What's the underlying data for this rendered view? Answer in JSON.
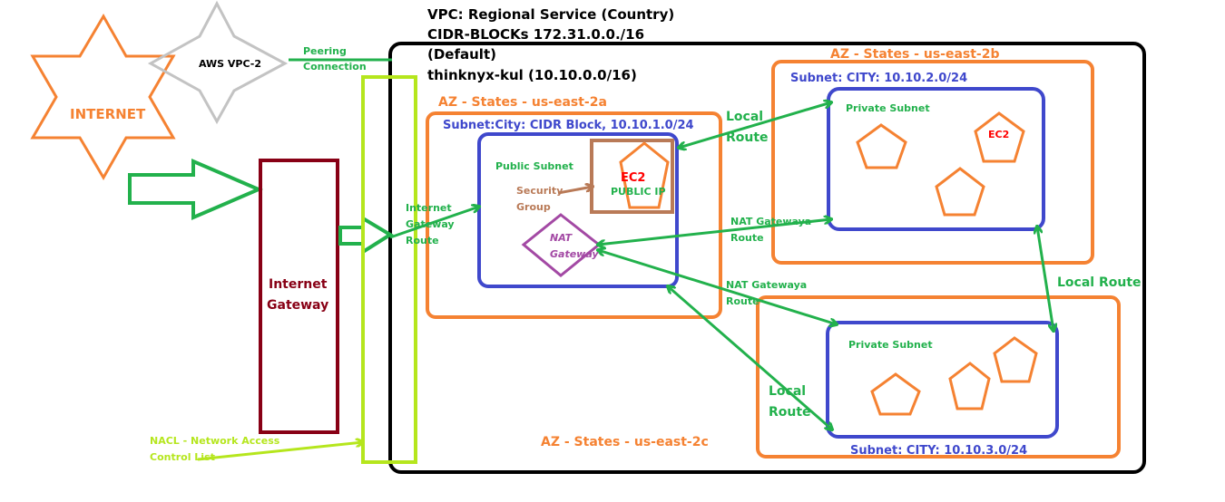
{
  "colors": {
    "black": "#000000",
    "orange": "#f58232",
    "green": "#22b14c",
    "lime": "#b5e61d",
    "blue": "#3f48cc",
    "darkred": "#880015",
    "brown": "#b97a57",
    "purple": "#a349a4",
    "grey": "#c3c3c3"
  },
  "vpc": {
    "title_line1": "VPC: Regional Service (Country)",
    "title_line2": "CIDR-BLOCKs 172.31.0.0./16",
    "title_line3": "(Default)",
    "title_line4": "thinknyx-kul (10.10.0.0/16)"
  },
  "external": {
    "internet": "INTERNET",
    "aws_vpc2": "AWS VPC-2",
    "peering_line1": "Peering",
    "peering_line2": "Connection",
    "igw_line1": "Internet",
    "igw_line2": "Gateway",
    "nacl_line1": "NACL - Network Access",
    "nacl_line2": "Control List"
  },
  "az_a": {
    "title": "AZ - States - us-east-2a",
    "subnet_title": "Subnet:City: CIDR Block, 10.10.1.0/24",
    "public_subnet": "Public Subnet",
    "ec2": "EC2",
    "public_ip": "PUBLIC IP",
    "sg_line1": "Security",
    "sg_line2": "Group",
    "nat_line1": "NAT",
    "nat_line2": "Gateway",
    "igw_route_line1": "Internet",
    "igw_route_line2": "Gateway",
    "igw_route_line3": "Route"
  },
  "az_b": {
    "title": "AZ - States - us-east-2b",
    "subnet_title": "Subnet: CITY: 10.10.2.0/24",
    "private_subnet": "Private Subnet",
    "ec2": "EC2",
    "local_route_line1": "Local",
    "local_route_line2": "Route",
    "nat_route_line1": "NAT Gatewaya",
    "nat_route_line2": "Route"
  },
  "az_c": {
    "title": "AZ - States - us-east-2c",
    "subnet_title": "Subnet: CITY: 10.10.3.0/24",
    "private_subnet": "Private Subnet",
    "nat_route_line1": "NAT Gatewaya",
    "nat_route_line2": "Route",
    "local_route_line1": "Local",
    "local_route_line2": "Route",
    "local_route_right": "Local Route"
  }
}
